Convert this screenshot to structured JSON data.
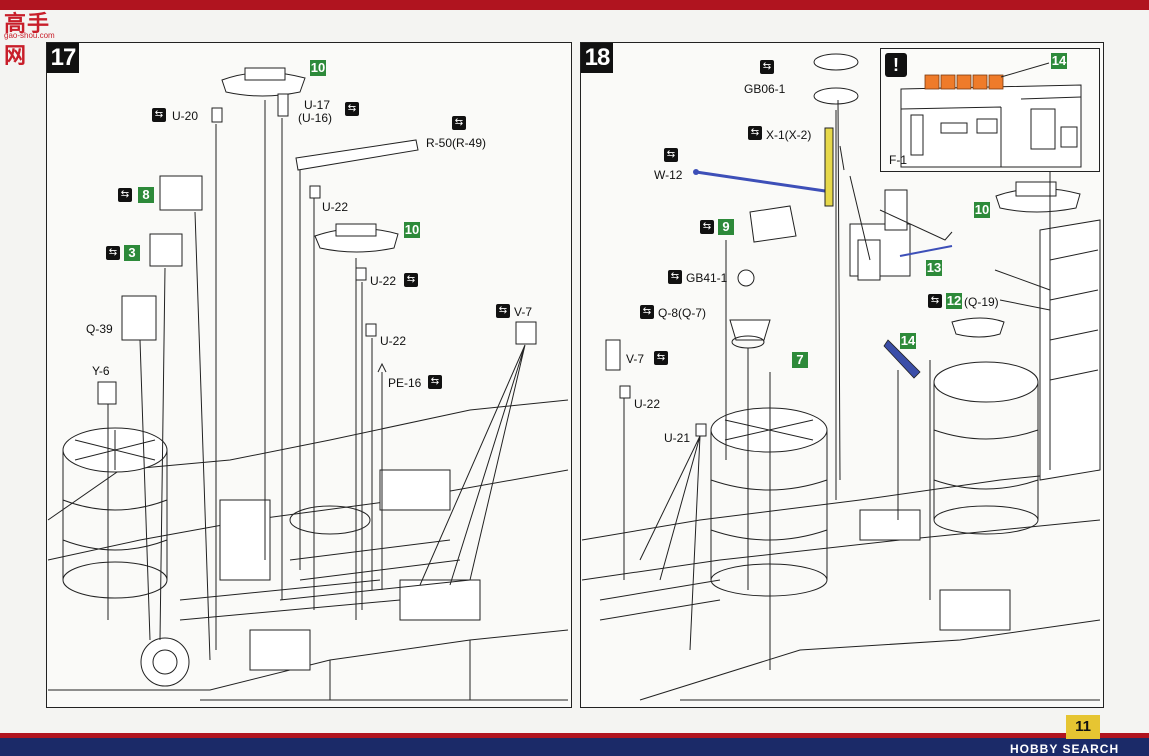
{
  "watermark": {
    "brand": "高手网",
    "url": "gao-shou.com"
  },
  "page_number": "11",
  "footer_brand": "HOBBY SEARCH",
  "steps": [
    {
      "number": "17",
      "labels": {
        "u20": "U-20",
        "u17": "U-17",
        "u16": "(U-16)",
        "r50": "R-50(R-49)",
        "u22a": "U-22",
        "u22b": "U-22",
        "u22c": "U-22",
        "q39": "Q-39",
        "y6": "Y-6",
        "pe16": "PE-16",
        "v7": "V-7"
      },
      "green_refs": {
        "a": "10",
        "b": "8",
        "c": "10",
        "d": "3"
      }
    },
    {
      "number": "18",
      "labels": {
        "gb06": "GB06-1",
        "x1": "X-1(X-2)",
        "w12": "W-12",
        "gb41": "GB41-1",
        "q8": "Q-8(Q-7)",
        "v7": "V-7",
        "u22": "U-22",
        "u21": "U-21",
        "q19": "(Q-19)",
        "f1": "F-1"
      },
      "green_refs": {
        "a": "14",
        "b": "10",
        "c": "9",
        "d": "13",
        "e": "12",
        "f": "14",
        "g": "7"
      }
    }
  ],
  "icon_glyph": "⇆"
}
